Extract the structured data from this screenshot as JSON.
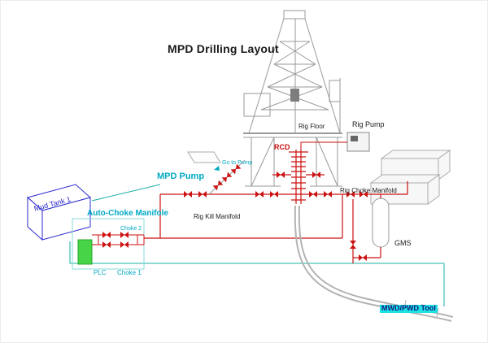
{
  "diagram": {
    "title": "MPD Drilling Layout",
    "labels": {
      "rig_floor": "Rig Floor",
      "rig_pump": "Rig Pump",
      "rcd": "RCD",
      "mpd_pump": "MPD Pump",
      "go_to_pump": "Go to Pump",
      "rig_kill_manifold": "Rig Kill Manifold",
      "rig_choke_manifold": "Rig Choke Manifold",
      "auto_choke_manifold": "Auto-Choke Manifole",
      "choke_1": "Choke 1",
      "choke_2": "Choke 2",
      "plc": "PLC",
      "gms": "GMS",
      "mud_tank": "Mud Tank 1",
      "mwd_pwd_tool": "MWD/PWD Tool"
    }
  },
  "colors": {
    "piping_red": "#cc1111",
    "label_cyan": "#00a9c4",
    "signal_teal": "#1ab0a6",
    "tank_blue": "#2a2ad0",
    "plc_green": "#47d447",
    "structure_gray": "#9a9a9a",
    "highlight_cyan": "#1fe3e3",
    "mwd_text_blue": "#15157e"
  }
}
